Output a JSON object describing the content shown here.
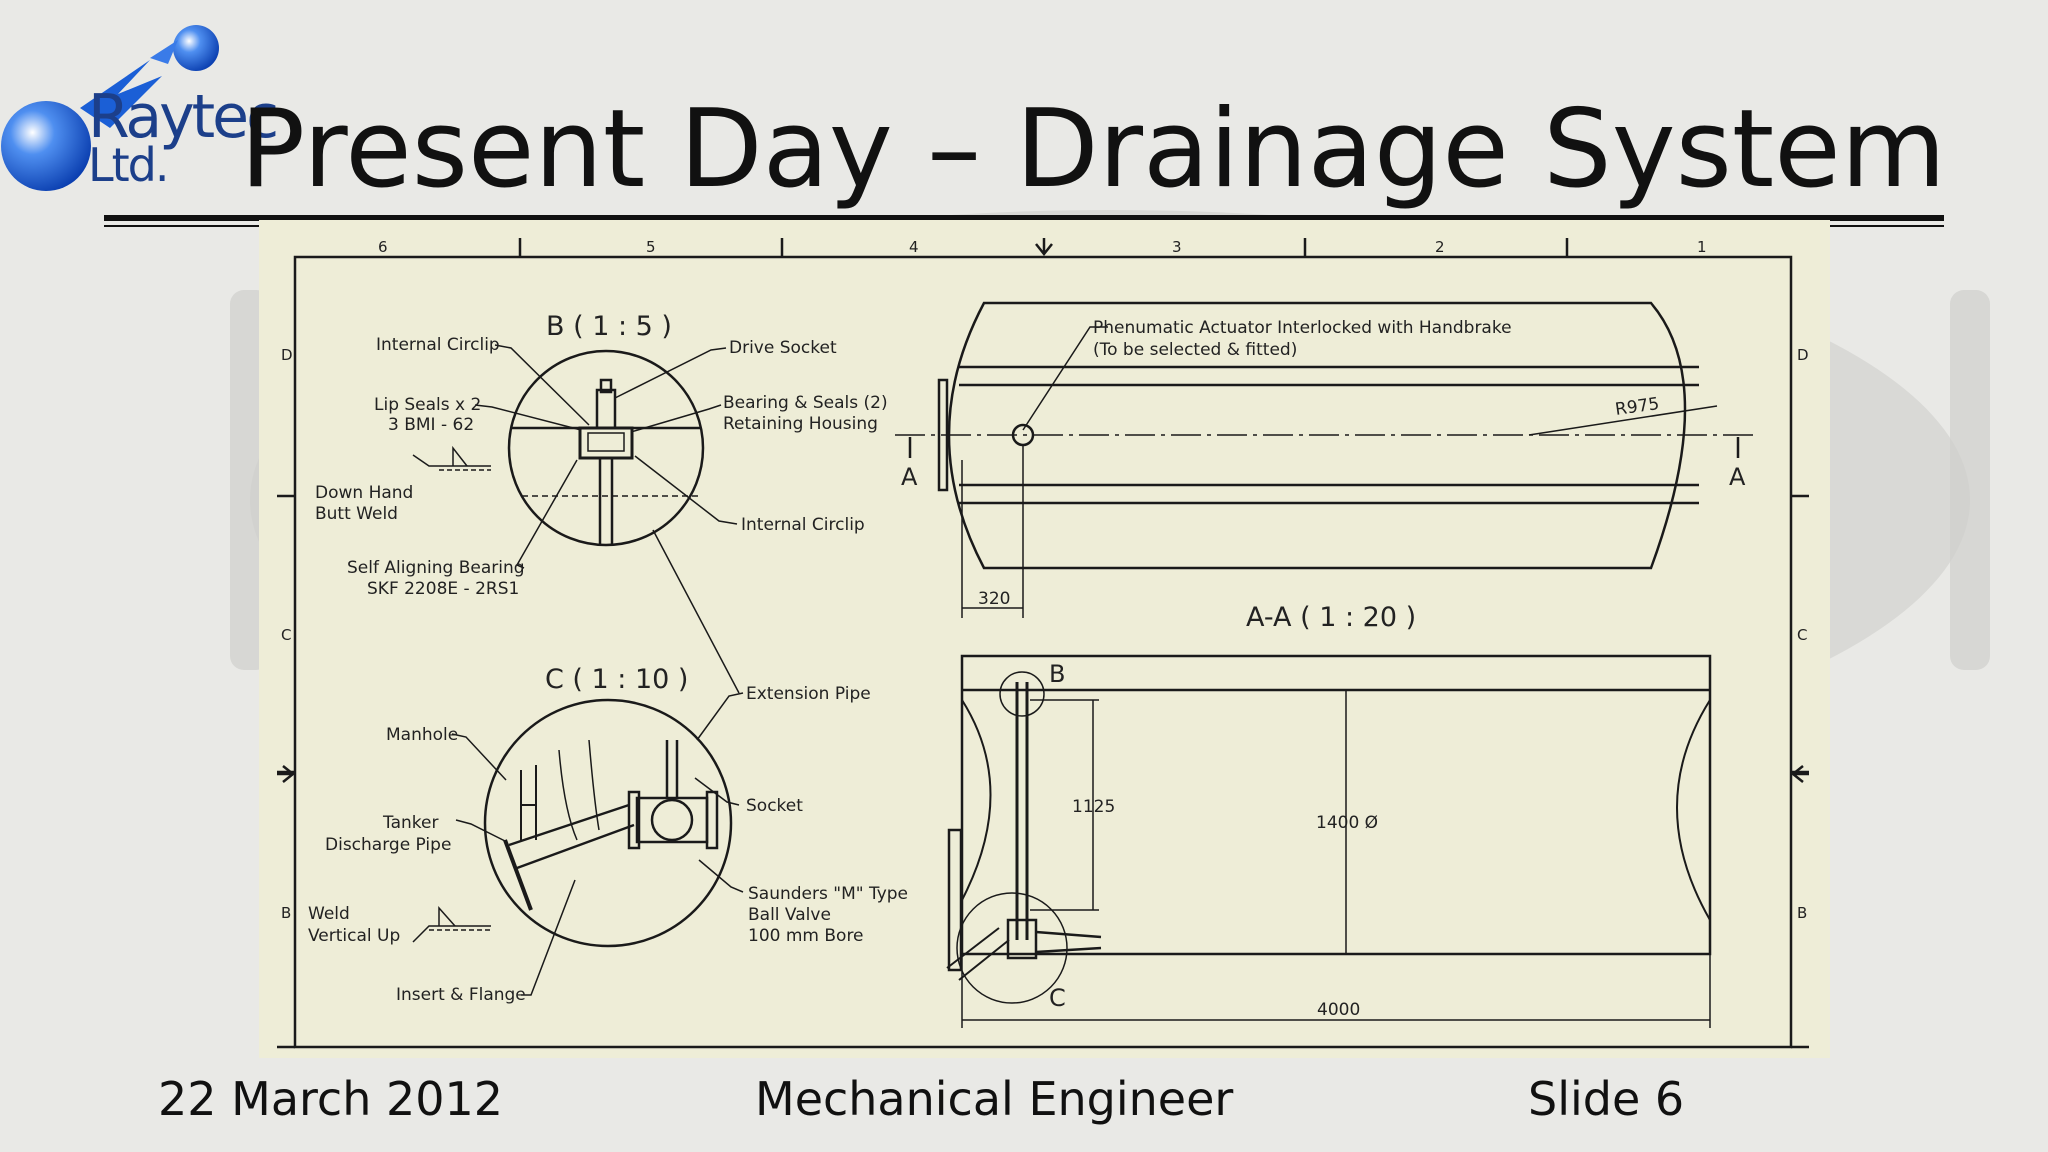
{
  "slide": {
    "title": "Present Day – Drainage System",
    "logo": {
      "line1": "Raytec",
      "line2": "Ltd."
    },
    "footer": {
      "date": "22 March 2012",
      "center": "Mechanical Engineer",
      "slide": "Slide 6"
    }
  },
  "drawing": {
    "frame": {
      "columns": [
        "6",
        "5",
        "4",
        "3",
        "2",
        "1"
      ],
      "rows": [
        "D",
        "C",
        "B"
      ]
    },
    "detail_b": {
      "title": "B ( 1 : 5 )",
      "callouts": {
        "internal_circlip_left": "Internal Circlip",
        "drive_socket": "Drive Socket",
        "lip_seals_1": "Lip Seals x 2",
        "lip_seals_2": "3 BMI - 62",
        "bearing_seals_1": "Bearing & Seals (2)",
        "bearing_seals_2": "Retaining Housing",
        "down_hand_1": "Down Hand",
        "down_hand_2": "Butt Weld",
        "internal_circlip_right": "Internal Circlip",
        "self_aligning_1": "Self Aligning Bearing",
        "self_aligning_2": "SKF 2208E - 2RS1"
      }
    },
    "detail_c": {
      "title": "C ( 1 : 10 )",
      "callouts": {
        "extension_pipe": "Extension Pipe",
        "manhole": "Manhole",
        "socket": "Socket",
        "tanker_1": "Tanker",
        "tanker_2": "Discharge Pipe",
        "saunders_1": "Saunders \"M\" Type",
        "saunders_2": "Ball Valve",
        "saunders_3": "100 mm Bore",
        "weld_1": "Weld",
        "weld_2": "Vertical Up",
        "insert_flange": "Insert & Flange"
      }
    },
    "top_view": {
      "actuator_1": "Phenumatic Actuator Interlocked with Handbrake",
      "actuator_2": "(To be selected & fitted)",
      "radius": "R975",
      "section_mark": "A",
      "dim_offset": "320"
    },
    "section_aa": {
      "title": "A-A ( 1 : 20 )",
      "detail_b_mark": "B",
      "detail_c_mark": "C",
      "dim_height": "1125",
      "dim_diameter": "1400 Ø",
      "dim_length": "4000"
    }
  }
}
